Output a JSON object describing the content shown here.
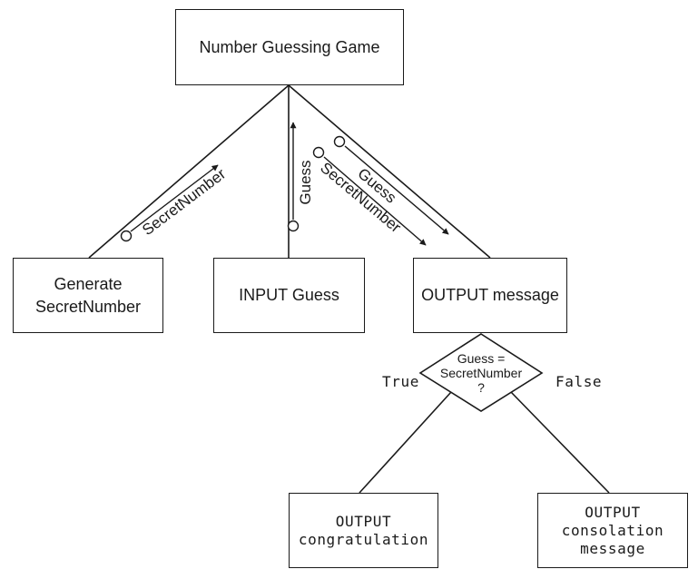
{
  "diagram": {
    "root": "Number Guessing Game",
    "children": [
      {
        "label": "Generate\nSecretNumber"
      },
      {
        "label": "INPUT Guess"
      },
      {
        "label": "OUTPUT message"
      }
    ],
    "data_flows": [
      {
        "label": "SecretNumber"
      },
      {
        "label": "Guess"
      },
      {
        "label": "Guess"
      },
      {
        "label": "SecretNumber"
      }
    ],
    "selection": {
      "condition": "Guess =\nSecretNumber\n?",
      "true_label": "True",
      "false_label": "False",
      "true_branch": "OUTPUT\ncongratulation",
      "false_branch": "OUTPUT\nconsolation\nmessage"
    }
  }
}
